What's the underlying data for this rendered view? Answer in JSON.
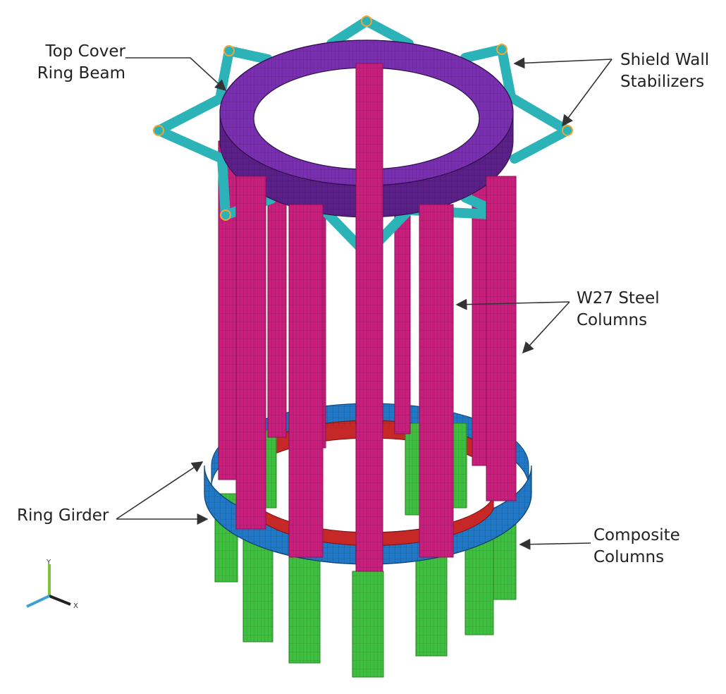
{
  "colors": {
    "ring_beam": "#7a2fb0",
    "ring_beam_dark": "#5a1f88",
    "stabilizers": "#2bb3b8",
    "steel_columns": "#c81f7d",
    "steel_columns_dark": "#8f1258",
    "ring_girder": "#1f78c8",
    "ring_girder_inner": "#c62828",
    "composite_columns": "#3fbf3f",
    "composite_columns_dark": "#238a23",
    "arrows": "#333333",
    "constraint_marks": "#f2a531"
  },
  "labels": {
    "top_cover": {
      "line1": "Top Cover",
      "line2": "Ring Beam"
    },
    "stabilizers": {
      "line1": "Shield Wall",
      "line2": "Stabilizers"
    },
    "steel_columns": {
      "line1": "W27 Steel",
      "line2": "Columns"
    },
    "ring_girder": {
      "line1": "Ring Girder"
    },
    "composite": {
      "line1": "Composite",
      "line2": "Columns"
    }
  },
  "axis_triad": {
    "y_label": "Y",
    "x_label": "X",
    "icon": "coordinate-triad-icon"
  }
}
